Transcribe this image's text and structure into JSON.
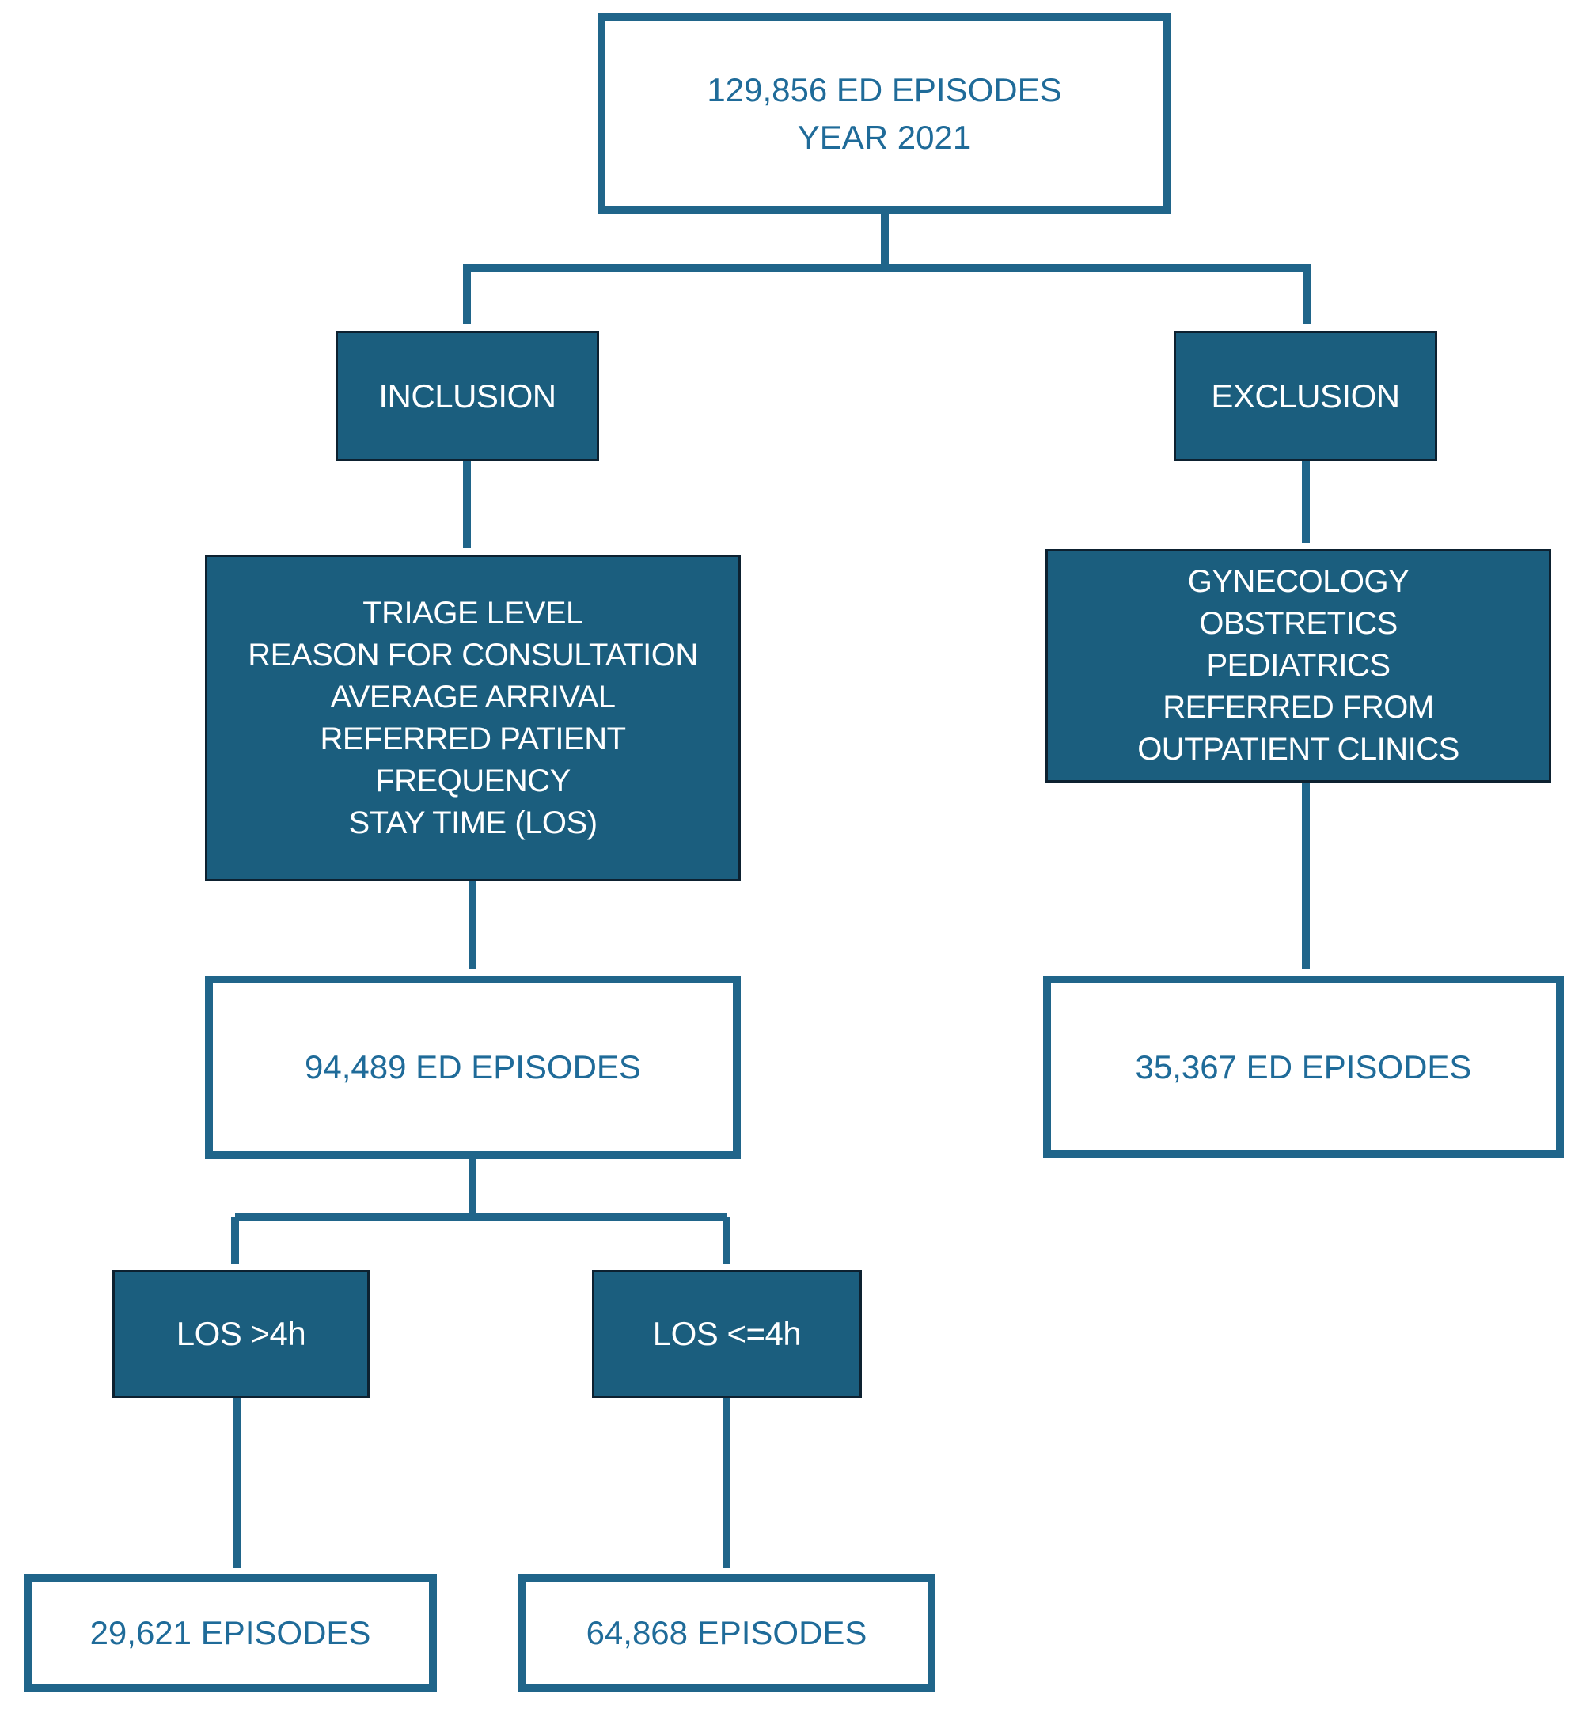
{
  "colors": {
    "box_fill_teal": "#1B5E7E",
    "connector_teal": "#20658A",
    "outline_teal": "#20658A",
    "dark_border": "#0D2130",
    "blue_text": "#1F6B99",
    "white_text": "#FFFFFF",
    "background": "#FFFFFF"
  },
  "nodes": {
    "total": {
      "line1": "129,856 ED EPISODES",
      "line2": "YEAR 2021"
    },
    "inclusion_label": "INCLUSION",
    "exclusion_label": "EXCLUSION",
    "inclusion_criteria": [
      "TRIAGE LEVEL",
      "REASON FOR CONSULTATION",
      "AVERAGE ARRIVAL",
      "REFERRED PATIENT",
      "FREQUENCY",
      "STAY TIME (LOS)"
    ],
    "exclusion_criteria": [
      "GYNECOLOGY",
      "OBSTRETICS",
      "PEDIATRICS",
      "REFERRED FROM",
      "OUTPATIENT CLINICS"
    ],
    "included_count": "94,489 ED EPISODES",
    "excluded_count": "35,367 ED EPISODES",
    "los_over_label": "LOS >4h",
    "los_under_label": "LOS <=4h",
    "episodes_over_count": "29,621 EPISODES",
    "episodes_under_count": "64,868 EPISODES"
  }
}
